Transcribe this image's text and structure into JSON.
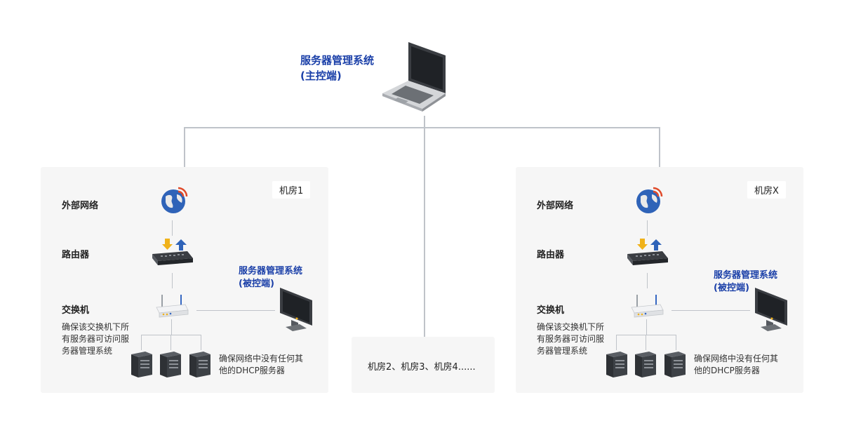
{
  "controller": {
    "title": "服务器管理系统",
    "subtitle": "(主控端)",
    "icon": "laptop-icon"
  },
  "rooms": [
    {
      "tag": "机房1",
      "external_network_label": "外部网络",
      "router_label": "路由器",
      "switch_label": "交换机",
      "switch_note": [
        "确保该交换机下所",
        "有服务器可访问服",
        "务器管理系统"
      ],
      "client_title": "服务器管理系统",
      "client_subtitle": "(被控端)",
      "dhcp_note": [
        "确保网络中没有任何其",
        "他的DHCP服务器"
      ]
    },
    {
      "tag": "机房X",
      "external_network_label": "外部网络",
      "router_label": "路由器",
      "switch_label": "交换机",
      "switch_note": [
        "确保该交换机下所",
        "有服务器可访问服",
        "务器管理系统"
      ],
      "client_title": "服务器管理系统",
      "client_subtitle": "(被控端)",
      "dhcp_note": [
        "确保网络中没有任何其",
        "他的DHCP服务器"
      ]
    }
  ],
  "middle_rooms": "机房2、机房3、机房4......",
  "colors": {
    "accent_blue": "#1a3fa8",
    "panel_bg": "#f6f6f6",
    "connector": "#bfc3c9"
  }
}
